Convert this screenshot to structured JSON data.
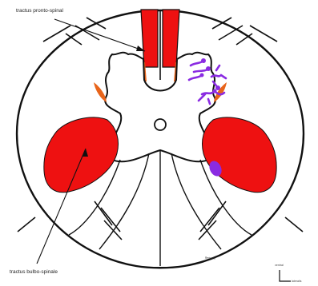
{
  "labels": {
    "top": "tractus pronto-spinal",
    "bottom": "tractus bulbo-spinale"
  },
  "orientation": {
    "vertical": "ventral",
    "horizontal": "lateralis"
  },
  "signature": "Bertrand",
  "colors": {
    "tract_red": "#ee1111",
    "tract_orange": "#e8641a",
    "neuron_purple": "#8a2be2",
    "outline": "#111111"
  }
}
